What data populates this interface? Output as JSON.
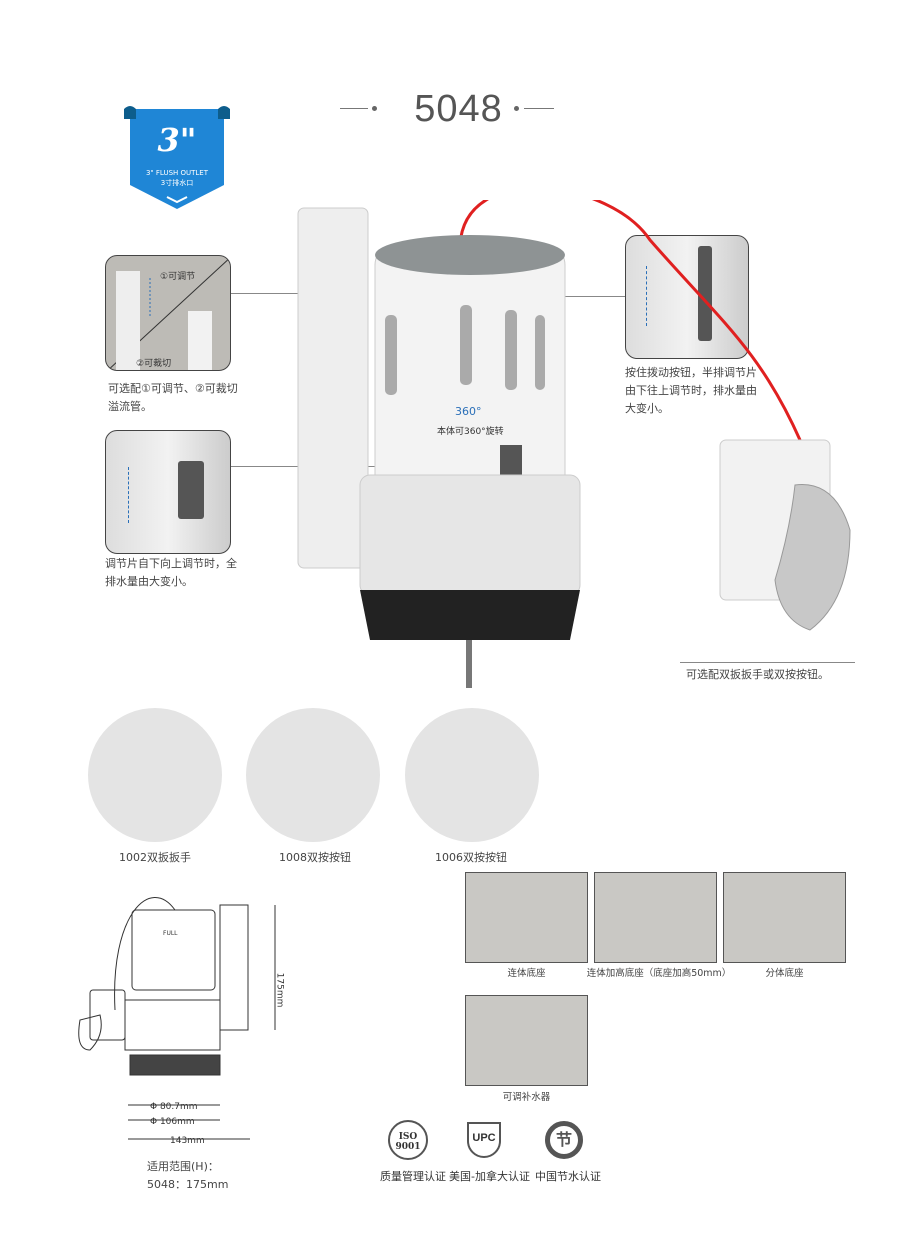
{
  "title": "5048",
  "badge": {
    "big": "3\"",
    "line1": "3\" FLUSH OUTLET",
    "line2": "3寸排水口"
  },
  "callouts": {
    "overflow": {
      "opt1": "①可调节",
      "opt2": "②可裁切",
      "caption": [
        "可选配①可调节、②可裁切",
        "溢流管。"
      ]
    },
    "adjust_plate": {
      "caption": [
        "调节片自下向上调节时，全",
        "排水量由大变小。"
      ]
    },
    "button": {
      "caption": [
        "按住拨动按钮，半排调节片",
        "由下往上调节时，排水量由",
        "大变小。"
      ]
    },
    "rotate": {
      "degree": "360°",
      "caption": "本体可360°旋转"
    },
    "handle": {
      "caption": "可选配双扳扳手或双按按钮。"
    }
  },
  "options": [
    {
      "label": "1002双扳扳手"
    },
    {
      "label": "1008双按按钮"
    },
    {
      "label": "1006双按按钮"
    }
  ],
  "drawing": {
    "full": "FULL",
    "height": "175mm",
    "d1": "Φ 80.7mm",
    "d2": "Φ 106mm",
    "width": "143mm",
    "range_label": "适用范围(H)：",
    "range_value": "5048：175mm"
  },
  "accessories": [
    {
      "label": "连体底座"
    },
    {
      "label": "连体加高底座（底座加高50mm）"
    },
    {
      "label": "分体底座"
    },
    {
      "label": "可调补水器"
    }
  ],
  "certs": [
    {
      "mark": "ISO 9001",
      "label": "质量管理认证"
    },
    {
      "mark": "UPC",
      "label": "美国-加拿大认证"
    },
    {
      "mark": "节",
      "label": "中国节水认证"
    }
  ],
  "colors": {
    "cable": "#e02020",
    "badge": "#1f86d6",
    "arrow": "#2a6fb8"
  }
}
